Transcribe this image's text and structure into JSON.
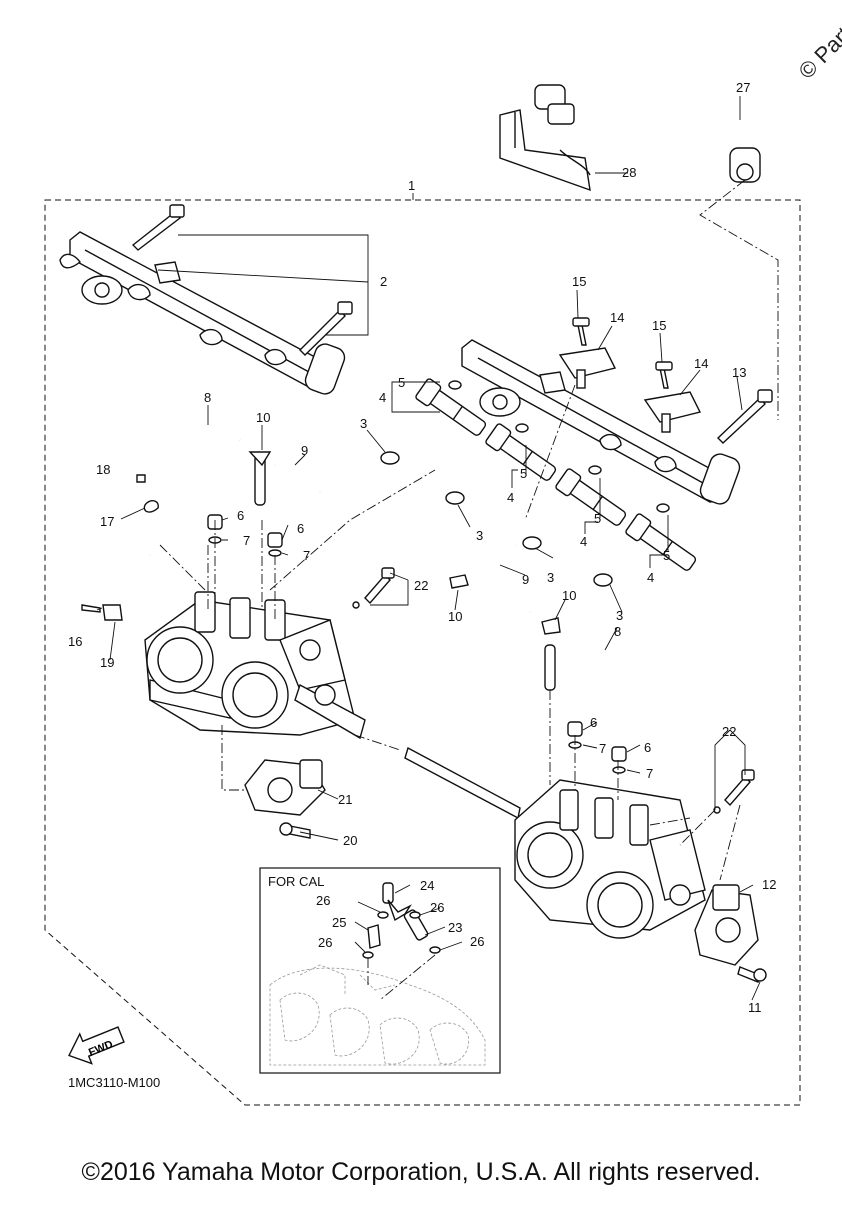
{
  "watermark": "© Partz",
  "copyright": "©2016 Yamaha Motor Corporation, U.S.A. All rights reserved.",
  "diagram_code": "1MC3110-M100",
  "inset_title": "FOR CAL",
  "fwd_label": "FWD",
  "callouts": [
    "1",
    "2",
    "3",
    "3",
    "3",
    "3",
    "4",
    "4",
    "4",
    "4",
    "5",
    "5",
    "5",
    "5",
    "6",
    "6",
    "6",
    "6",
    "7",
    "7",
    "7",
    "7",
    "8",
    "8",
    "9",
    "9",
    "10",
    "10",
    "10",
    "11",
    "12",
    "13",
    "14",
    "14",
    "15",
    "15",
    "16",
    "17",
    "18",
    "19",
    "20",
    "21",
    "22",
    "22",
    "23",
    "24",
    "25",
    "26",
    "26",
    "26",
    "26",
    "27",
    "28"
  ]
}
